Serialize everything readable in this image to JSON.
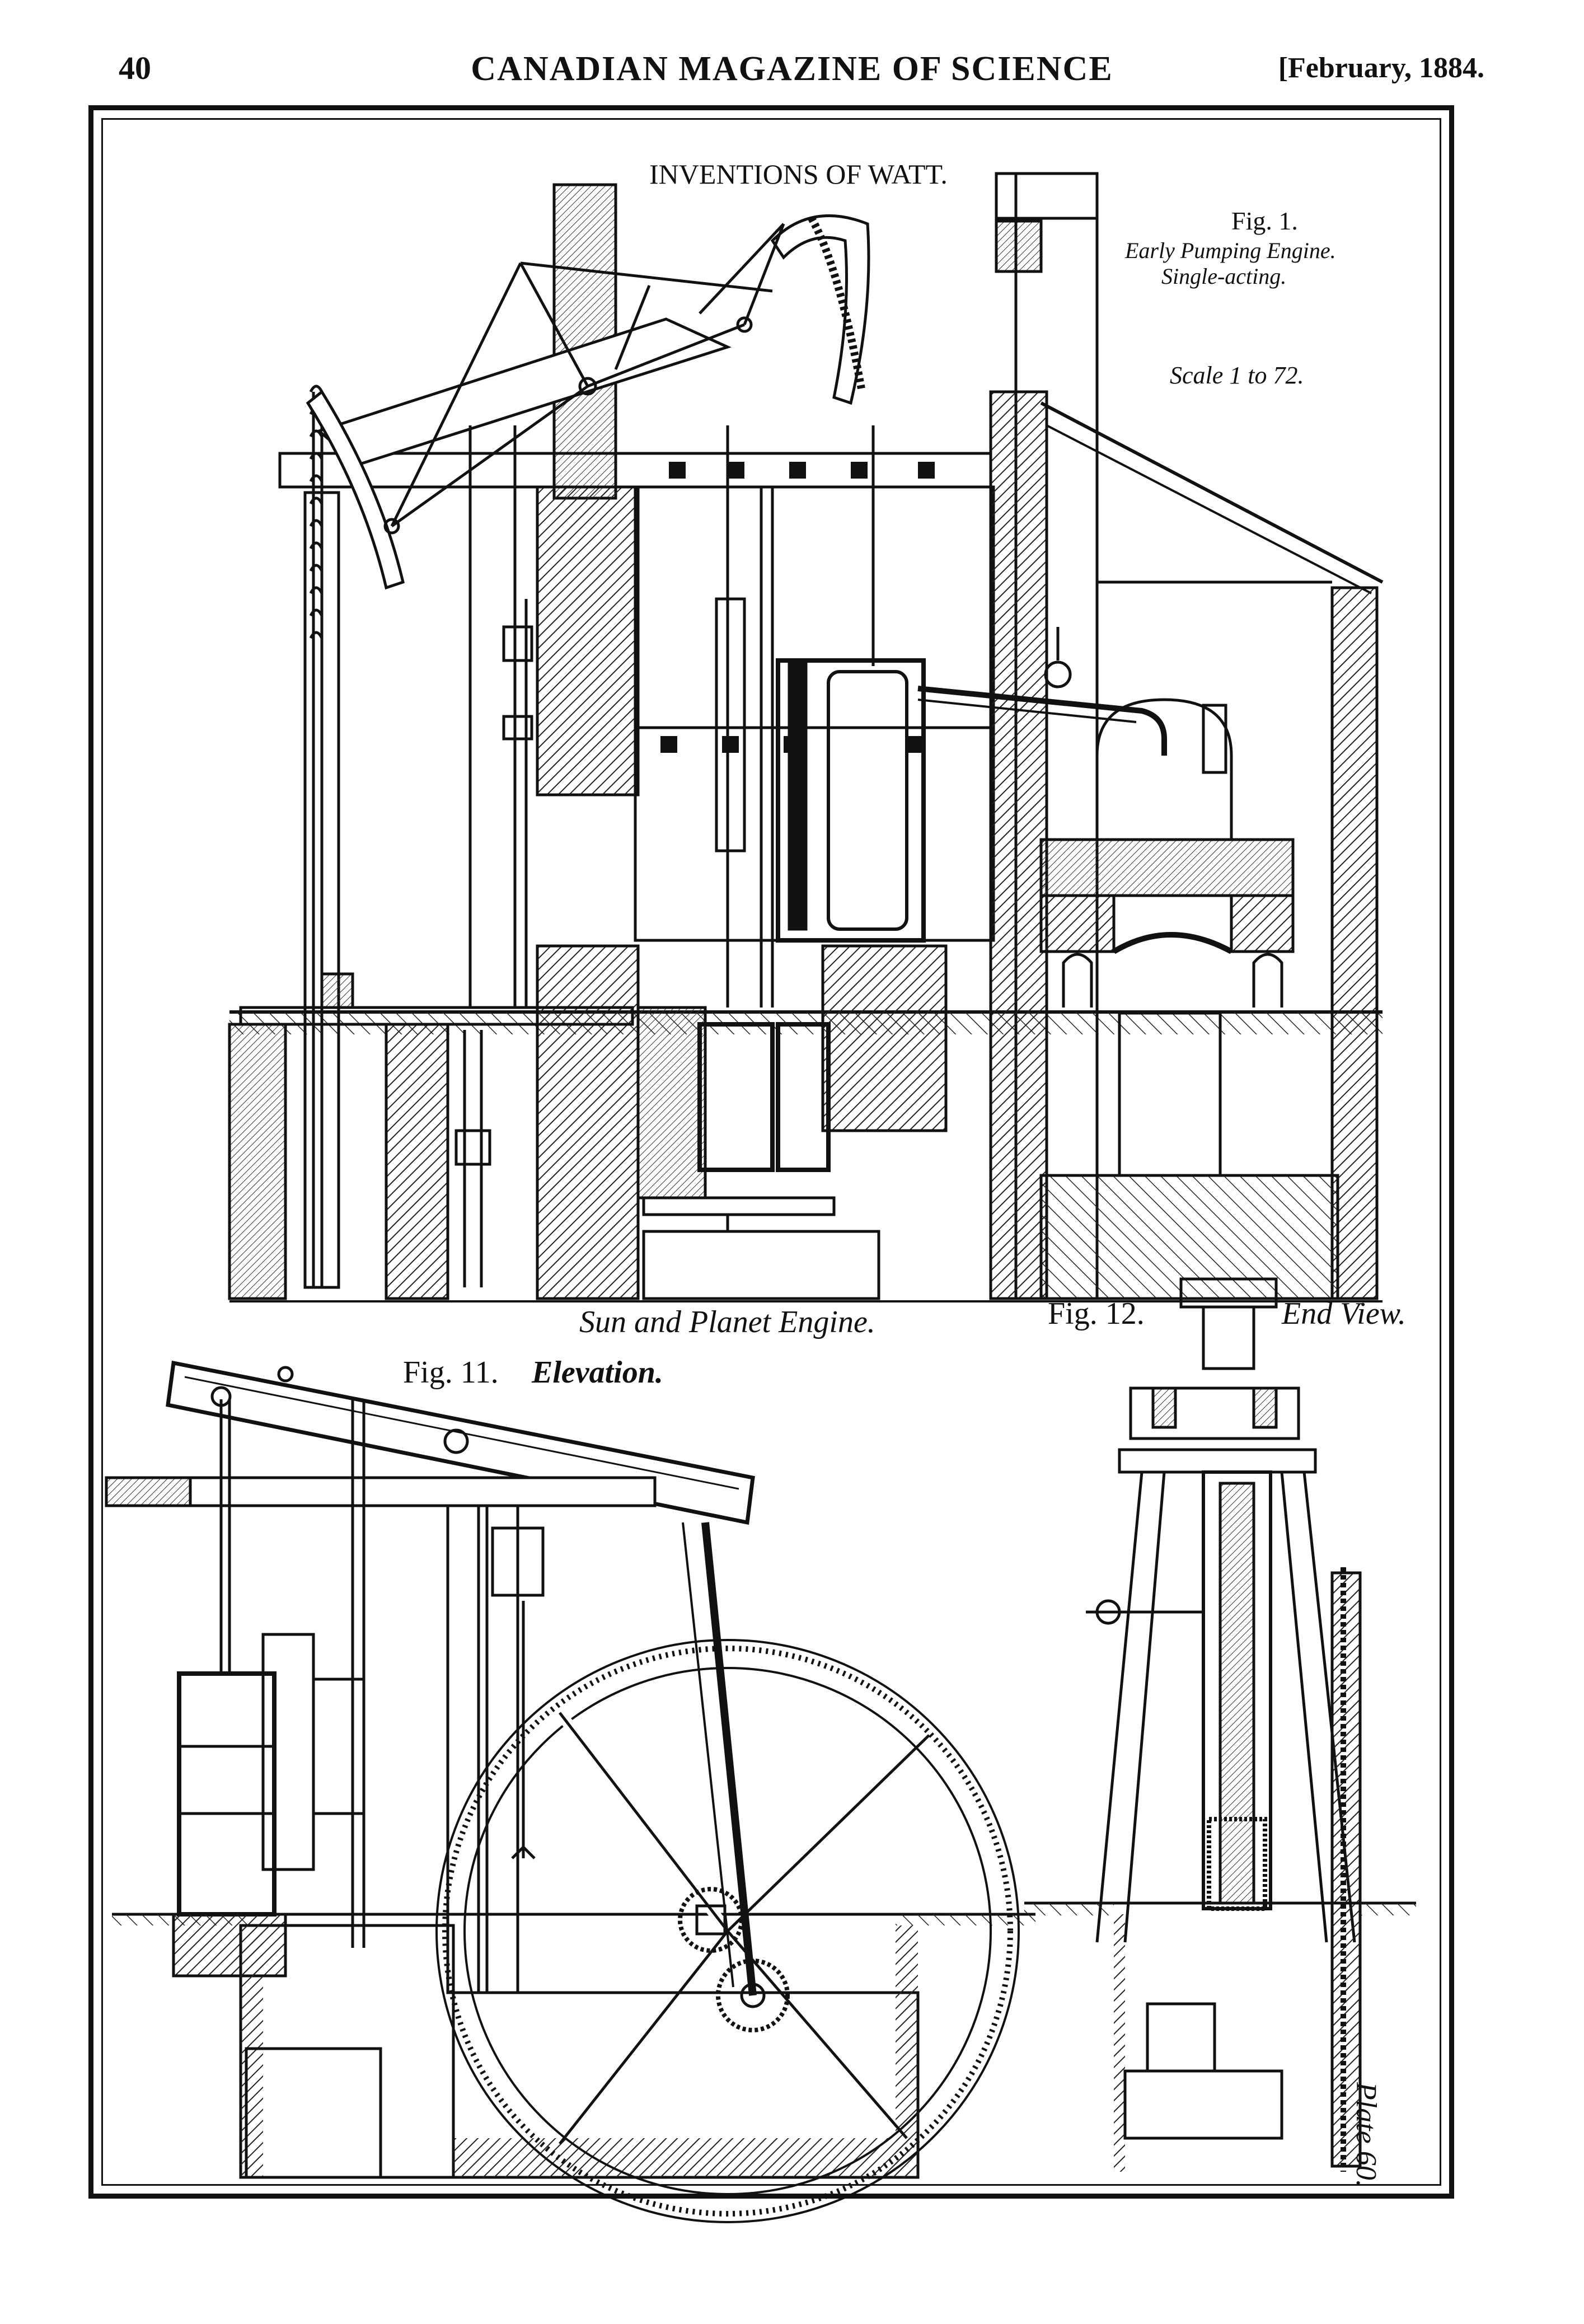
{
  "header": {
    "page_number": "40",
    "journal_title": "CANADIAN MAGAZINE OF SCIENCE",
    "date": "[February, 1884."
  },
  "plate": {
    "title": "INVENTIONS OF WATT.",
    "fig1": {
      "label": "Fig. 1.",
      "caption_line1": "Early Pumping Engine.",
      "caption_line2": "Single-acting.",
      "scale": "Scale 1 to 72."
    },
    "sun_planet_caption": "Sun and Planet Engine.",
    "fig11": {
      "label": "Fig. 11.",
      "caption": "Elevation."
    },
    "fig12": {
      "label": "Fig. 12.",
      "caption": "End View."
    },
    "plate_number": "Plate 60."
  }
}
